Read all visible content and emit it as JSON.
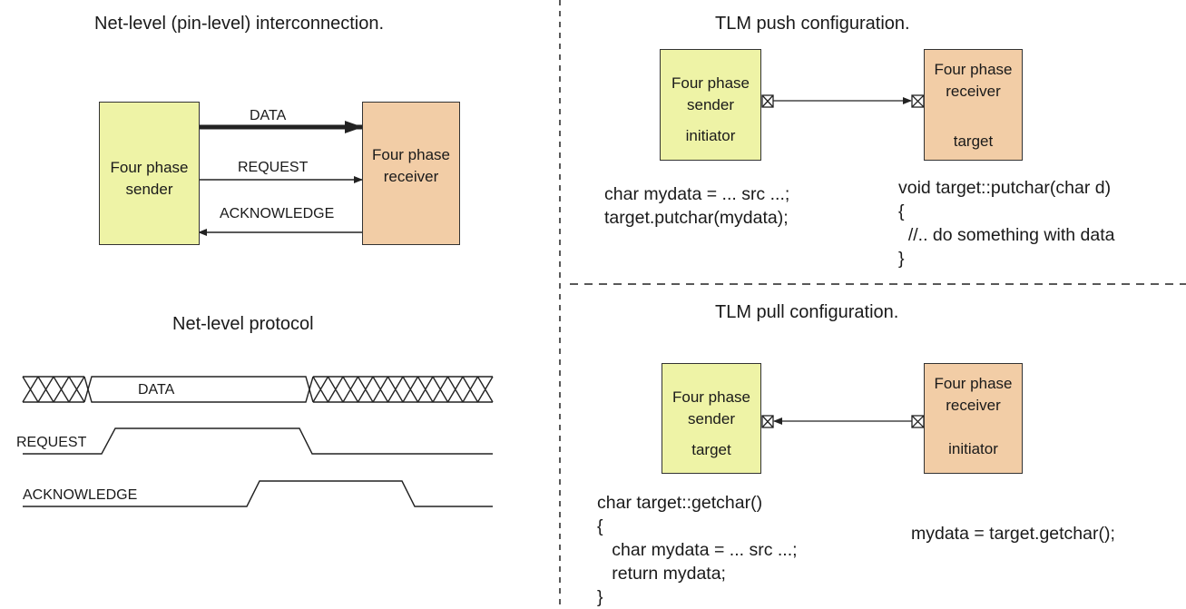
{
  "net": {
    "title": "Net-level (pin-level) interconnection.",
    "sender": "Four phase\nsender",
    "receiver": "Four phase\nreceiver",
    "signals": [
      "DATA",
      "REQUEST",
      "ACKNOWLEDGE"
    ]
  },
  "protocol": {
    "title": "Net-level protocol",
    "data_label": "DATA",
    "request_label": "REQUEST",
    "ack_label": "ACKNOWLEDGE"
  },
  "push": {
    "title": "TLM push configuration.",
    "sender": "Four phase\nsender",
    "sender_role": "initiator",
    "receiver": "Four phase\nreceiver",
    "receiver_role": "target",
    "caller_code": "char mydata = ... src ...;\ntarget.putchar(mydata);",
    "callee_code": "void target::putchar(char d)\n{\n  //.. do something with data\n}"
  },
  "pull": {
    "title": "TLM pull configuration.",
    "sender": "Four phase\nsender",
    "sender_role": "target",
    "receiver": "Four phase\nreceiver",
    "receiver_role": "initiator",
    "callee_code": "char target::getchar()\n{\n   char mydata = ... src ...;\n   return mydata;\n}",
    "caller_code": "mydata = target.getchar();"
  },
  "colors": {
    "sender_fill": "#eef3a6",
    "receiver_fill": "#f2cda6",
    "line": "#222222"
  }
}
